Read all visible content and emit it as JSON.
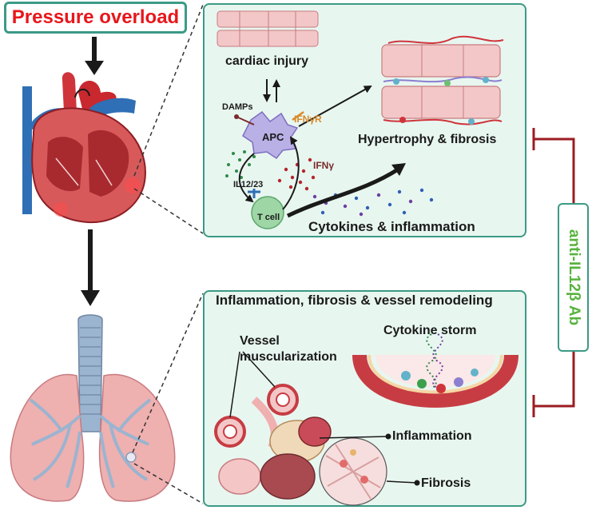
{
  "stimulus": "Pressure overload",
  "heart_panel": {
    "cardiac_injury": "cardiac injury",
    "damps": "DAMPs",
    "apc": "APC",
    "ifngr": "IFNγR",
    "ifng": "IFNγ",
    "il12_23": "IL12/23",
    "t_cell": "T cell",
    "hypertrophy": "Hypertrophy & fibrosis",
    "cytokines": "Cytokines & inflammation"
  },
  "lung_panel": {
    "title": "Inflammation, fibrosis & vessel remodeling",
    "cytokine_storm": "Cytokine storm",
    "vessel_line1": "Vessel",
    "vessel_line2": "muscularization",
    "inflammation": "Inflammation",
    "fibrosis": "Fibrosis"
  },
  "treatment": "anti-IL12β Ab",
  "colors": {
    "teal_border": "#3c9a86",
    "red_text": "#e8161b",
    "green_text": "#57b33d",
    "inhibitor": "#9b1c22"
  }
}
